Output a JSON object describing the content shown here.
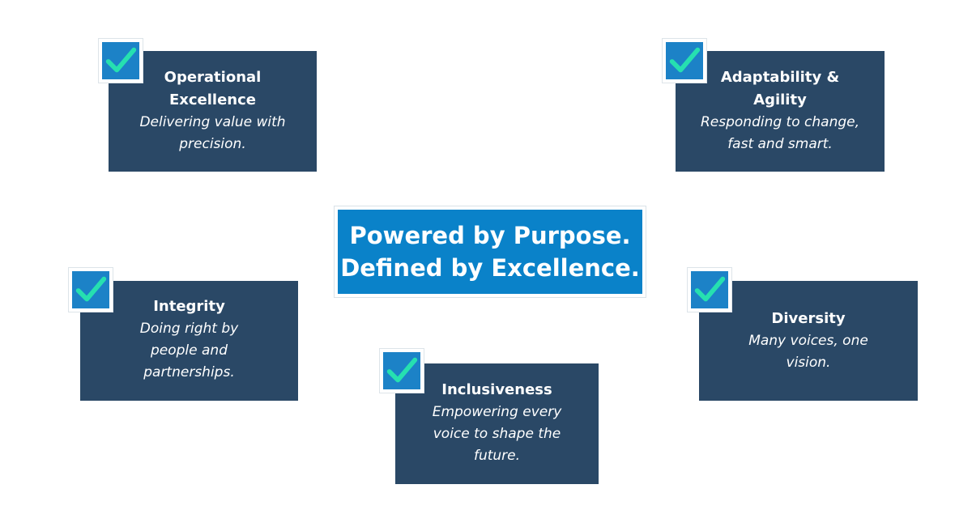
{
  "center": {
    "line1": "Powered by Purpose.",
    "line2": "Defined by Excellence."
  },
  "values": {
    "operational": {
      "title_line1": "Operational",
      "title_line2": "Excellence",
      "desc_line1": "Delivering value with",
      "desc_line2": "precision."
    },
    "adaptability": {
      "title_line1": "Adaptability &",
      "title_line2": "Agility",
      "desc_line1": "Responding to change,",
      "desc_line2": "fast and smart."
    },
    "integrity": {
      "title": "Integrity",
      "desc_line1": "Doing right by",
      "desc_line2": "people and",
      "desc_line3": "partnerships."
    },
    "diversity": {
      "title": "Diversity",
      "desc_line1": "Many voices, one",
      "desc_line2": "vision."
    },
    "inclusiveness": {
      "title": "Inclusiveness",
      "desc_line1": "Empowering every",
      "desc_line2": "voice to shape the",
      "desc_line3": "future."
    }
  },
  "icons": {
    "check": "checkmark-icon"
  },
  "colors": {
    "box_background": "#2a4866",
    "center_background": "#0a82c9",
    "check_tile": "#1c82c7",
    "check_mark": "#26e0b0",
    "text": "#ffffff"
  }
}
